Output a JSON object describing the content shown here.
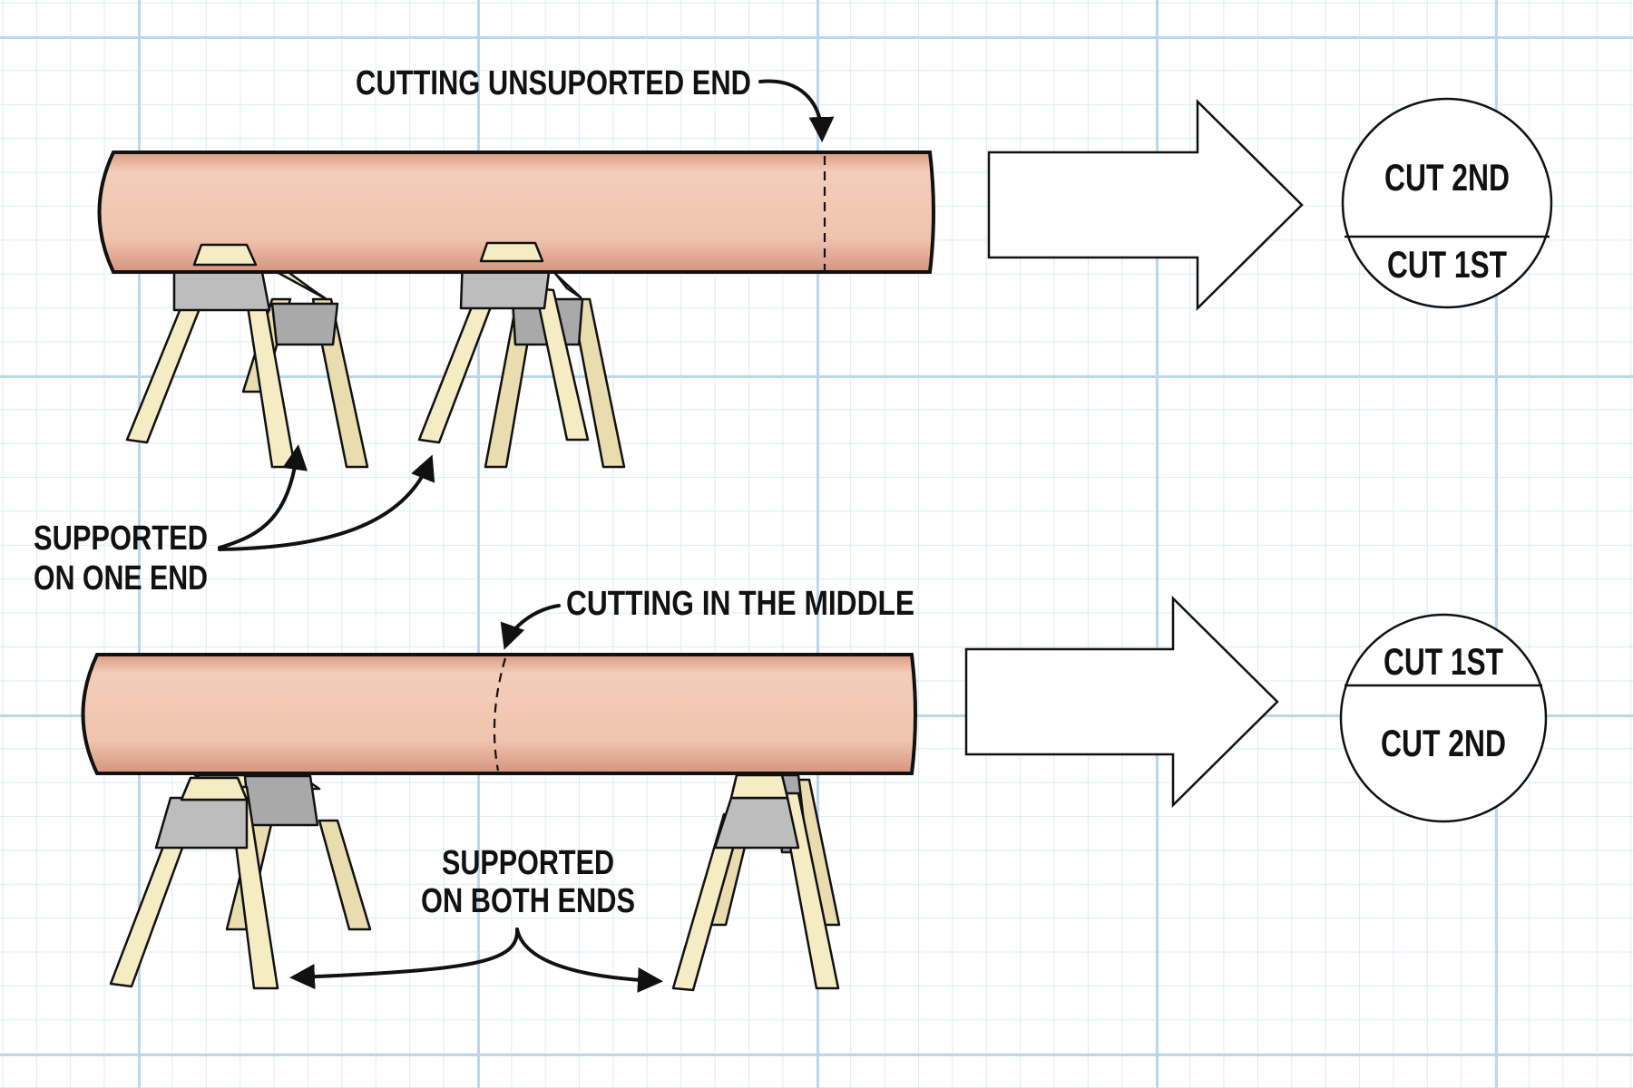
{
  "colors": {
    "log_fill": "#f0c4ae",
    "log_shade": "#d99a82",
    "sawhorse_leg": "#f6ecc4",
    "sawhorse_bracket": "#bdbdbd",
    "grid_major": "#bcd6ec",
    "grid_minor": "#dfeaf5"
  },
  "icons": [
    "log",
    "sawhorse-icon",
    "right-arrow-icon",
    "cut-order-circle"
  ],
  "top_scenario": {
    "callout_cut": "CUTTING UNSUPORTED END",
    "support_label_line1": "SUPPORTED",
    "support_label_line2": "ON ONE END",
    "circle_top": "CUT 2ND",
    "circle_bottom": "CUT 1ST"
  },
  "bottom_scenario": {
    "callout_cut": "CUTTING IN THE MIDDLE",
    "support_label_line1": "SUPPORTED",
    "support_label_line2": "ON BOTH ENDS",
    "circle_top": "CUT 1ST",
    "circle_bottom": "CUT 2ND"
  }
}
